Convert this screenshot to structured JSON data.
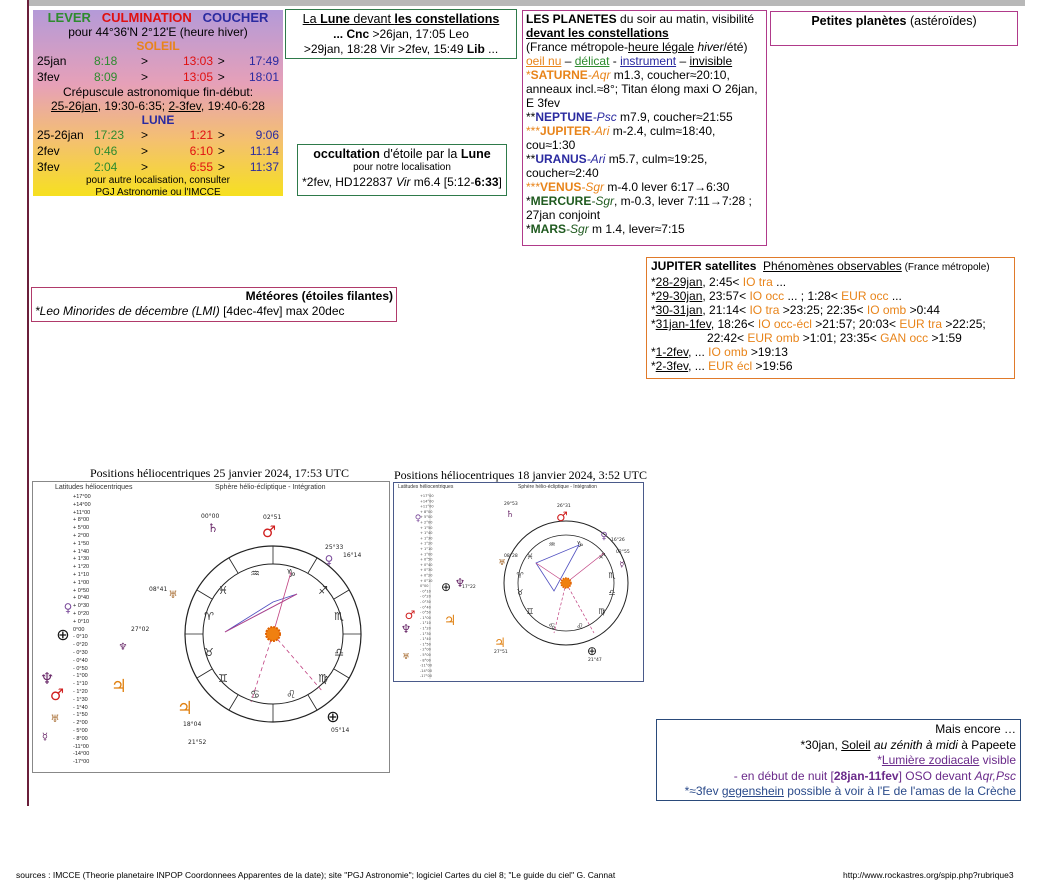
{
  "ephem": {
    "lever": "LEVER",
    "culmination": "CULMINATION",
    "coucher": "COUCHER",
    "location": "pour 44°36'N  2°12'E (heure hiver)",
    "soleil_title": "SOLEIL",
    "soleil_rows": [
      {
        "date": "25jan",
        "lever": "8:18",
        "culm": "13:03",
        "coucher": "17:49"
      },
      {
        "date": "3fev",
        "lever": "8:09",
        "culm": "13:05",
        "coucher": "18:01"
      }
    ],
    "twilight_title": "Crépuscule astronomique fin-début:",
    "twilight_a": "25-26jan",
    "twilight_a_val": ", 19:30-6:35;",
    "twilight_b": "2-3fev",
    "twilight_b_val": ", 19:40-6:28",
    "lune_title": "LUNE",
    "lune_rows": [
      {
        "date": "25-26jan",
        "lever": "17:23",
        "culm": "1:21",
        "coucher": "9:06"
      },
      {
        "date": "2fev",
        "lever": "0:46",
        "culm": "6:10",
        "coucher": "11:14"
      },
      {
        "date": "3fev",
        "lever": "2:04",
        "culm": "6:55",
        "coucher": "11:37"
      }
    ],
    "arrow": ">",
    "note1": "pour autre localisation, consulter",
    "note2": "PGJ Astronomie ou l'IMCCE"
  },
  "moon_const": {
    "title_a": "La ",
    "title_b": "Lune",
    "title_c": " devant ",
    "title_d": "les constellations",
    "line1_a": "... Cnc",
    "line1_b": " >26jan, 17:05 Leo",
    "line2_a": ">29jan, 18:28 Vir >2fev, 15:49 ",
    "line2_b": "Lib",
    "line2_c": " ..."
  },
  "occultation": {
    "title_a": "occultation",
    "title_b": " d'étoile par la ",
    "title_c": "Lune",
    "sub": "pour notre localisation",
    "line_a": "*2fev, HD122837 ",
    "line_b": "Vir",
    "line_c": " m6.4 [5:12-",
    "line_d": "6:33",
    "line_e": "]"
  },
  "planets": {
    "title_a": "LES PLANETES",
    "title_b": " du soir au matin, visibilité",
    "title_c": "devant les constellations",
    "subtitle_a": "(France métropole-",
    "subtitle_b": "heure légale",
    "subtitle_c": " hiver",
    "subtitle_d": "/été)",
    "legend_a": "oeil nu",
    "legend_b": " – ",
    "legend_c": "délicat",
    "legend_d": " - ",
    "legend_e": "instrument",
    "legend_f": " – ",
    "legend_g": "invisible",
    "saturne": {
      "star": "*",
      "name": "SATURNE",
      "const": "-Aqr",
      "text": " m1.3, coucher≈20:10, anneaux incl.≈8°; Titan élong maxi O 26jan, E 3fev"
    },
    "neptune": {
      "star": "**",
      "name": "NEPTUNE",
      "const": "-Psc",
      "text": " m7.9, coucher≈21:55"
    },
    "jupiter": {
      "star": "***",
      "name": "JUPITER",
      "const": "-Ari",
      "text": " m-2.4, culm≈18:40, cou≈1:30"
    },
    "uranus": {
      "star": "**",
      "name": "URANUS",
      "const": "-Ari",
      "text": " m5.7, culm≈19:25, coucher≈2:40"
    },
    "venus": {
      "star": "***",
      "name": "VENUS",
      "const": "-Sgr",
      "text": " m-4.0 lever 6:17→6:30"
    },
    "mercure": {
      "star": "*",
      "name": "MERCURE",
      "const": "-Sgr",
      "text": ", m-0.3, lever 7:11→7:28 ; 27jan conjoint"
    },
    "mars": {
      "star": "*",
      "name": "MARS",
      "const": "-Sgr",
      "text": " m 1.4, lever≈7:15"
    }
  },
  "asteroids": {
    "title_a": "Petites planètes",
    "title_b": " (astéroïdes)"
  },
  "meteors": {
    "title": "Météores (étoiles filantes)",
    "line_a": "*Leo Minorides de décembre (LMI)",
    "line_b": " [4dec-4fev] max 20dec"
  },
  "jupiter_sat": {
    "title_a": "JUPITER satellites",
    "title_b": "Phénomènes observables",
    "title_c": " (France métropole)",
    "r1": {
      "d": "28-29jan",
      "t": ", 2:45< ",
      "e": "IO tra",
      "z": " ..."
    },
    "r2": {
      "d": "29-30jan",
      "t": ", 23:57< ",
      "e": "IO occ",
      "m": " ... ; 1:28< ",
      "e2": "EUR occ",
      "z": " ..."
    },
    "r3": {
      "d": "30-31jan",
      "t": ", 21:14< ",
      "e": "IO tra",
      "m": " >23:25; 22:35< ",
      "e2": "IO omb",
      "z": " >0:44"
    },
    "r4": {
      "d": "31jan-1fev",
      "t": ", 18:26< ",
      "e": "IO occ-écl",
      "m": " >21:57; 20:03< ",
      "e2": "EUR tra",
      "z": " >22:25;"
    },
    "r4b": {
      "t": "22:42< ",
      "e": "EUR omb",
      "m": " >1:01; 23:35< ",
      "e2": "GAN occ",
      "z": " >1:59"
    },
    "r5": {
      "d": "1-2fev",
      "t": ", ... ",
      "e": "IO omb",
      "z": " >19:13"
    },
    "r6": {
      "d": "2-3fev",
      "t": ", ...  ",
      "e": "EUR écl",
      "z": " >19:56"
    }
  },
  "diagram1": {
    "title": "Positions héliocentriques 25 janvier 2024, 17:53 UTC",
    "lat_title": "Latitudes héliocentriques",
    "sphere_title": "Sphère hélio-écliptique - Intégration",
    "lat_ticks": [
      "+17°00",
      "+14°00",
      "+11°00",
      "+ 8°00",
      "+ 5°00",
      "+ 2°00",
      "+ 1°50",
      "+ 1°40",
      "+ 1°30",
      "+ 1°20",
      "+ 1°10",
      "+ 1°00",
      "+ 0°50",
      "+ 0°40",
      "+ 0°30",
      "+ 0°20",
      "+ 0°10",
      "  0°00",
      "- 0°10",
      "- 0°20",
      "- 0°30",
      "- 0°40",
      "- 0°50",
      "- 1°00",
      "- 1°10",
      "- 1°20",
      "- 1°30",
      "- 1°40",
      "- 1°50",
      "- 2°00",
      "- 5°00",
      "- 8°00",
      "-11°00",
      "-14°00",
      "-17°00"
    ],
    "labels": [
      "00°00",
      "02°51",
      "25°33",
      "16°14",
      "08°41",
      "27°02",
      "18°04",
      "21°52",
      "05°14"
    ]
  },
  "diagram2": {
    "title": "Positions héliocentriques 18 janvier 2024, 3:52 UTC",
    "lat_title": "Latitudes héliocentriques",
    "sphere_title": "Sphère hélio-écliptique - Intégration",
    "labels": [
      "29°53",
      "26°31",
      "16°26",
      "02°55",
      "08°28",
      "17°22",
      "27°51",
      "21°47"
    ]
  },
  "more": {
    "title": "Mais encore …",
    "l1_a": "*30jan, ",
    "l1_b": "Soleil",
    "l1_c": " au zénith à midi",
    "l1_d": " à Papeete",
    "l2_a": "*",
    "l2_b": "Lumière zodiacale",
    "l2_c": " visible",
    "l3_a": "- en début de nuit [",
    "l3_b": "28jan-11fev",
    "l3_c": "] OSO devant ",
    "l3_d": "Aqr,Psc",
    "l4_a": "*≈3fev ",
    "l4_b": "gegenshein",
    "l4_c": " possible à voir à l'E de l'amas de la Crèche"
  },
  "footer": {
    "sources": "sources : IMCCE (Theorie planetaire INPOP Coordonnees Apparentes de la date); site \"PGJ Astronomie\"; logiciel  Cartes du ciel 8; \"Le guide du ciel\" G. Cannat",
    "url": "http://www.rockastres.org/spip.php?rubrique3"
  },
  "colors": {
    "orange": "#e8841a",
    "red": "#e01010",
    "green": "#2e8b2e",
    "blue": "#2a2aa0",
    "yellow": "#f0e020",
    "violet_bg": "#b49ad8"
  }
}
